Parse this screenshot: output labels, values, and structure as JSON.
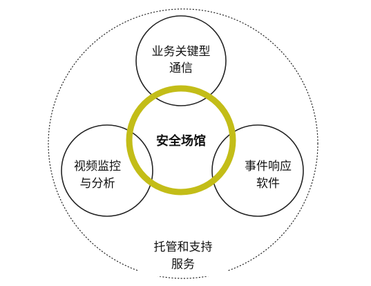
{
  "center": {
    "label": "安全场馆",
    "ring_color": "#c3bd18"
  },
  "nodes": {
    "top": {
      "line1": "业务关键型",
      "line2": "通信"
    },
    "left": {
      "line1": "视频监控",
      "line2": "与分析"
    },
    "right": {
      "line1": "事件响应",
      "line2": "软件"
    }
  },
  "outer": {
    "line1": "托管和支持",
    "line2": "服务"
  }
}
